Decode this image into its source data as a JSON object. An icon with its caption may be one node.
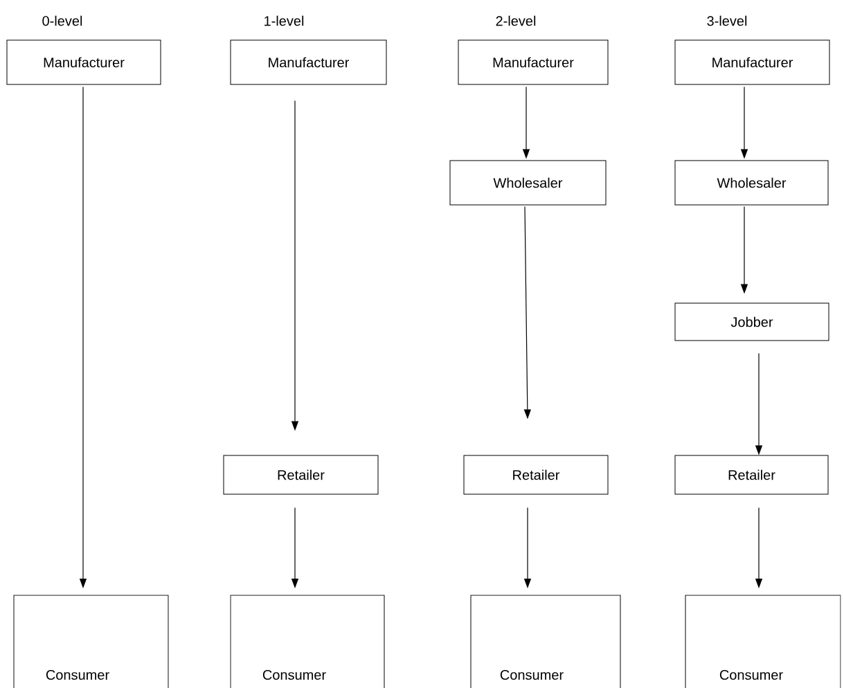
{
  "diagram": {
    "nodes": [
      {
        "text": [
          "Manufacturer"
        ]
      },
      {
        "text": [
          "Manufacturer"
        ]
      },
      {
        "text": [
          "Manufacturer"
        ]
      },
      {
        "text": [
          "Manufacturer"
        ]
      },
      {
        "text": [
          "Wholesaler"
        ]
      },
      {
        "text": [
          "Wholesaler"
        ]
      },
      {
        "text": [
          "Jobber"
        ]
      },
      {
        "text": [
          "Retailer"
        ]
      },
      {
        "text": [
          "Retailer"
        ]
      },
      {
        "text": [
          "Retailer"
        ]
      },
      {
        "text": [
          "Consumer"
        ]
      },
      {
        "text": [
          "Consumer"
        ]
      },
      {
        "text": [
          "Consumer"
        ]
      },
      {
        "text": [
          "Consumer"
        ]
      }
    ],
    "edges": [
      {
        "from": 0,
        "to": 10,
        "arrow": "to"
      },
      {
        "from": 1,
        "to": 7,
        "arrow": "to"
      },
      {
        "from": 7,
        "to": 11,
        "arrow": "to"
      },
      {
        "from": 2,
        "to": 4,
        "arrow": "to"
      },
      {
        "from": 4,
        "to": 8,
        "arrow": "to"
      },
      {
        "from": 8,
        "to": 12,
        "arrow": "to"
      },
      {
        "from": 3,
        "to": 5,
        "arrow": "to"
      },
      {
        "from": 5,
        "to": 6,
        "arrow": "to"
      },
      {
        "from": 6,
        "to": 9,
        "arrow": "to"
      },
      {
        "from": 9,
        "to": 13,
        "arrow": "to"
      }
    ],
    "labels": [
      "0-level",
      "1-level",
      "2-level",
      "3-level"
    ]
  }
}
